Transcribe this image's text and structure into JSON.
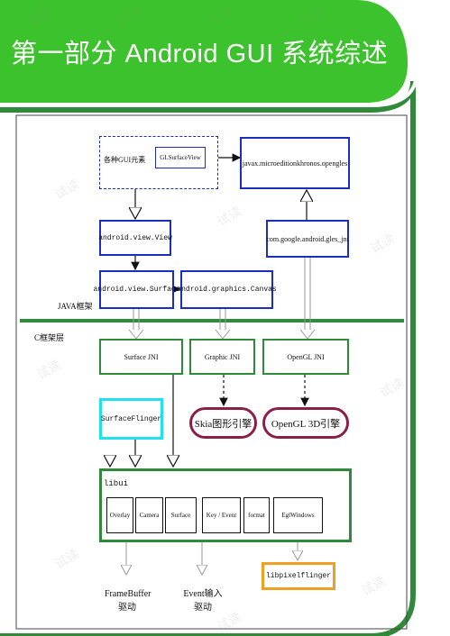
{
  "title": "第一部分   Android GUI 系统综述",
  "watermark": "试读",
  "colors": {
    "header_green": "#3cc22c",
    "frame_green": "#2f8a3a",
    "blue": "#1a2fbf",
    "cyan": "#22e0f0",
    "maroon": "#8a1f4a",
    "orange": "#f0a020"
  },
  "java": {
    "label": "JAVA框架",
    "gui_elements": "各种GUI元素",
    "glsurfaceview": "GLSurfaceView",
    "khronos": "javax.microeditionkhronos.opengles",
    "android_view": "android.view.View",
    "gles_jni": "com.google.android.gles_jni",
    "android_surface": "android.view.Surface",
    "android_canvas": "android.graphics.Canvas"
  },
  "c_layer": {
    "label": "C框架层",
    "surface_jni": "Surface JNI",
    "graphic_jni": "Graphic JNI",
    "opengl_jni": "OpenGL JNI",
    "skia": "Skia图形引擎",
    "opengl3d": "OpenGL 3D引擎",
    "surfaceflinger": "SurfaceFlinger"
  },
  "libui": {
    "label": "libui",
    "items": [
      "Overlay",
      "Camera",
      "Surface",
      "Key / Event",
      "format",
      "EglWindows"
    ]
  },
  "bottom": {
    "framebuffer_1": "FrameBuffer",
    "framebuffer_2": "驱动",
    "event_1": "Event输入",
    "event_2": "驱动",
    "libpixelflinger": "libpixelflinger"
  }
}
